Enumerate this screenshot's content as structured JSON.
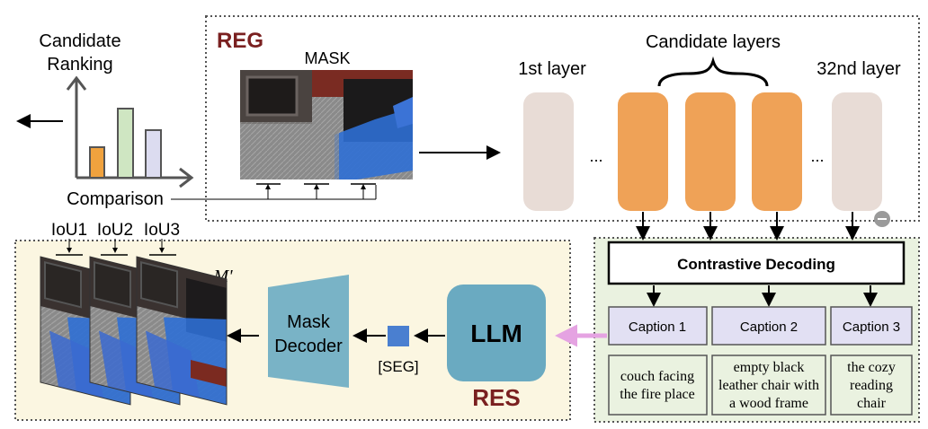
{
  "reg_label": "REG",
  "res_label": "RES",
  "mask_label": "MASK",
  "candidate_ranking": [
    "Candidate",
    "Ranking"
  ],
  "comparison_label": "Comparison",
  "iou_labels": [
    "IoU1",
    "IoU2",
    "IoU3"
  ],
  "m_prime_label": "M'",
  "mask_decoder": [
    "Mask",
    "Decoder"
  ],
  "seg_label": "[SEG]",
  "llm_label": "LLM",
  "candidate_layers_label": "Candidate layers",
  "first_layer_label": "1st layer",
  "last_layer_label": "32nd layer",
  "ellipsis": "...",
  "contrastive_decoding_label": "Contrastive Decoding",
  "captions": [
    "Caption 1",
    "Caption 2",
    "Caption 3"
  ],
  "caption_texts": [
    [
      "couch facing",
      "the fire place"
    ],
    [
      "empty black",
      "leather chair with",
      "a wood frame"
    ],
    [
      "the cozy",
      "reading",
      "chair"
    ]
  ],
  "colors": {
    "reg_red": "#7a2020",
    "layer_gray": "#e8dcd6",
    "layer_orange": "#efa257",
    "llm_teal": "#6aaac1",
    "decoder_teal": "#79b3c6",
    "seg_blue": "#4a7fd0",
    "caption_purple": "#e2e0f3",
    "green_bg": "#eaf2e0",
    "yellow_bg": "#fbf6e1",
    "pink_arrow": "#e5a3e2",
    "bar_orange": "#f0a23e",
    "bar_green": "#cfe6c2",
    "bar_purple": "#dcdcf0"
  }
}
